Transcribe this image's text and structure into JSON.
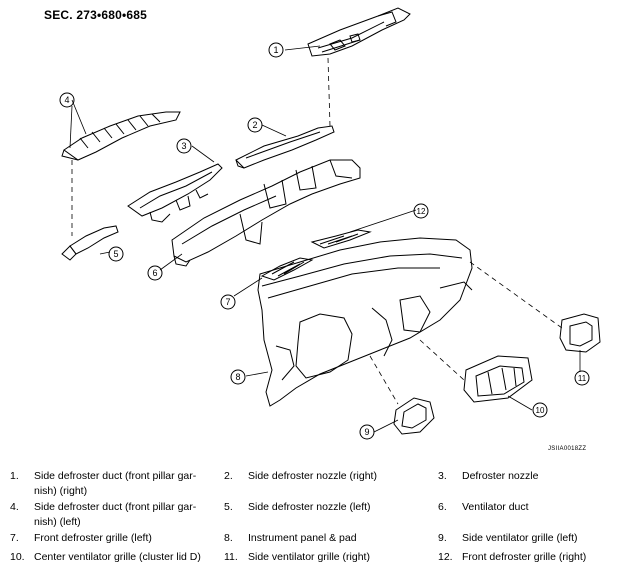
{
  "header": {
    "section": "SEC. 273•680•685"
  },
  "diagram": {
    "code": "JSIIA0018ZZ",
    "callouts": [
      "1",
      "2",
      "3",
      "4",
      "5",
      "6",
      "7",
      "8",
      "9",
      "10",
      "11",
      "12"
    ]
  },
  "legend": [
    {
      "num": "1.",
      "text": "Side defroster duct (front pillar gar-\nnish) (right)"
    },
    {
      "num": "2.",
      "text": "Side defroster nozzle (right)"
    },
    {
      "num": "3.",
      "text": "Defroster nozzle"
    },
    {
      "num": "4.",
      "text": "Side defroster duct (front pillar gar-\nnish) (left)"
    },
    {
      "num": "5.",
      "text": "Side defroster nozzle (left)"
    },
    {
      "num": "6.",
      "text": "Ventilator duct"
    },
    {
      "num": "7.",
      "text": "Front defroster grille (left)"
    },
    {
      "num": "8.",
      "text": "Instrument panel & pad"
    },
    {
      "num": "9.",
      "text": "Side ventilator grille (left)"
    },
    {
      "num": "10.",
      "text": "Center ventilator grille (cluster lid D)"
    },
    {
      "num": "11.",
      "text": "Side ventilator grille (right)"
    },
    {
      "num": "12.",
      "text": "Front defroster grille (right)"
    }
  ]
}
